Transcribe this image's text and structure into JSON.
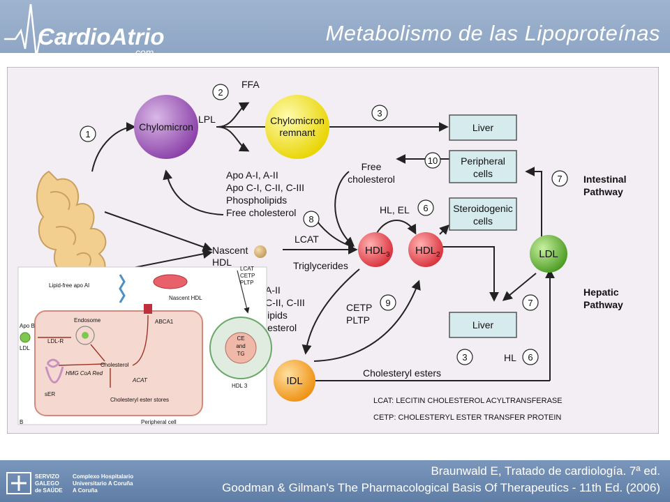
{
  "header": {
    "title": "Metabolismo de las Lipoproteínas",
    "logo_text": "CardioAtrio",
    "logo_sub": ".com"
  },
  "diagram": {
    "nodes": {
      "chylomicron": "Chylomicron",
      "chylomicron_remnant_1": "Chylomicron",
      "chylomicron_remnant_2": "remnant",
      "nascent_hdl_1": "Nascent",
      "nascent_hdl_2": "HDL",
      "hdl3_base": "HDL",
      "hdl3_sub": "3",
      "hdl2_base": "HDL",
      "hdl2_sub": "2",
      "ldl": "LDL",
      "idl": "IDL",
      "liver_top": "Liver",
      "liver_bottom": "Liver",
      "peripheral_1": "Peripheral",
      "peripheral_2": "cells",
      "steroidogenic_1": "Steroidogenic",
      "steroidogenic_2": "cells"
    },
    "labels": {
      "lpl": "LPL",
      "ffa": "FFA",
      "free_chol_1": "Free",
      "free_chol_2": "cholesterol",
      "apo_1": "Apo A-I, A-II",
      "apo_2": "Apo C-I, C-II, C-III",
      "apo_3": "Phospholipids",
      "apo_4": "Free cholesterol",
      "lcat": "LCAT",
      "triglycerides": "Triglycerides",
      "hl_el": "HL, EL",
      "cetp": "CETP",
      "pltp": "PLTP",
      "hl": "HL",
      "cholesteryl_esters": "Cholesteryl esters",
      "intestinal_1": "Intestinal",
      "intestinal_2": "Pathway",
      "hepatic_1": "Hepatic",
      "hepatic_2": "Pathway",
      "partial_1": "A-II",
      "partial_2": "C-II, C-III",
      "partial_3": "lipids",
      "partial_4": "lesterol"
    },
    "steps": [
      "1",
      "2",
      "3",
      "10",
      "7",
      "8",
      "6",
      "9",
      "7",
      "3",
      "6"
    ],
    "legend": {
      "lcat_def": "LCAT: LECITIN CHOLESTEROL ACYLTRANSFERASE",
      "cetp_def": "CETP: CHOLESTERYL ESTER TRANSFER PROTEIN"
    },
    "inset": {
      "lipid_free_apo": "Lipid-free apo AI",
      "nascent_hdl": "Nascent HDL",
      "lcat": "LCAT",
      "cetp": "CETP",
      "pltp": "PLTP",
      "abca1": "ABCA1",
      "endosome": "Endosome",
      "apo_b": "Apo B",
      "ldl": "LDL",
      "ldl_r": "LDL-R",
      "hmg": "HMG CoA Red",
      "cholesterol": "Cholesterol",
      "acat": "ACAT",
      "ser": "sER",
      "ester_stores": "Cholesteryl ester stores",
      "peripheral_cell": "Peripheral cell",
      "ce": "CE",
      "and": "and",
      "tg": "TG",
      "hdl3": "HDL 3",
      "panel": "B"
    }
  },
  "footer": {
    "ref1": "Braunwald E, Tratado de cardiología. 7ª ed.",
    "ref2": "Goodman & Gilman's The Pharmacological Basis Of Therapeutics - 11th Ed. (2006)",
    "hospital_1": "SERVIZO",
    "hospital_2": "GALEGO",
    "hospital_3": "de SAÚDE",
    "hospital_4": "Complexo Hospitalario",
    "hospital_5": "Universitario A Coruña",
    "hospital_6": "A Coruña"
  },
  "colors": {
    "header": "#8ea6c5",
    "panel_bg": "#f3eef3",
    "box_fill": "#d6ebee",
    "chylomicron": "#9b59b6",
    "remnant": "#f2e01c",
    "hdl": "#e8434a",
    "ldl": "#5aaa2c",
    "idl": "#f0a020"
  }
}
